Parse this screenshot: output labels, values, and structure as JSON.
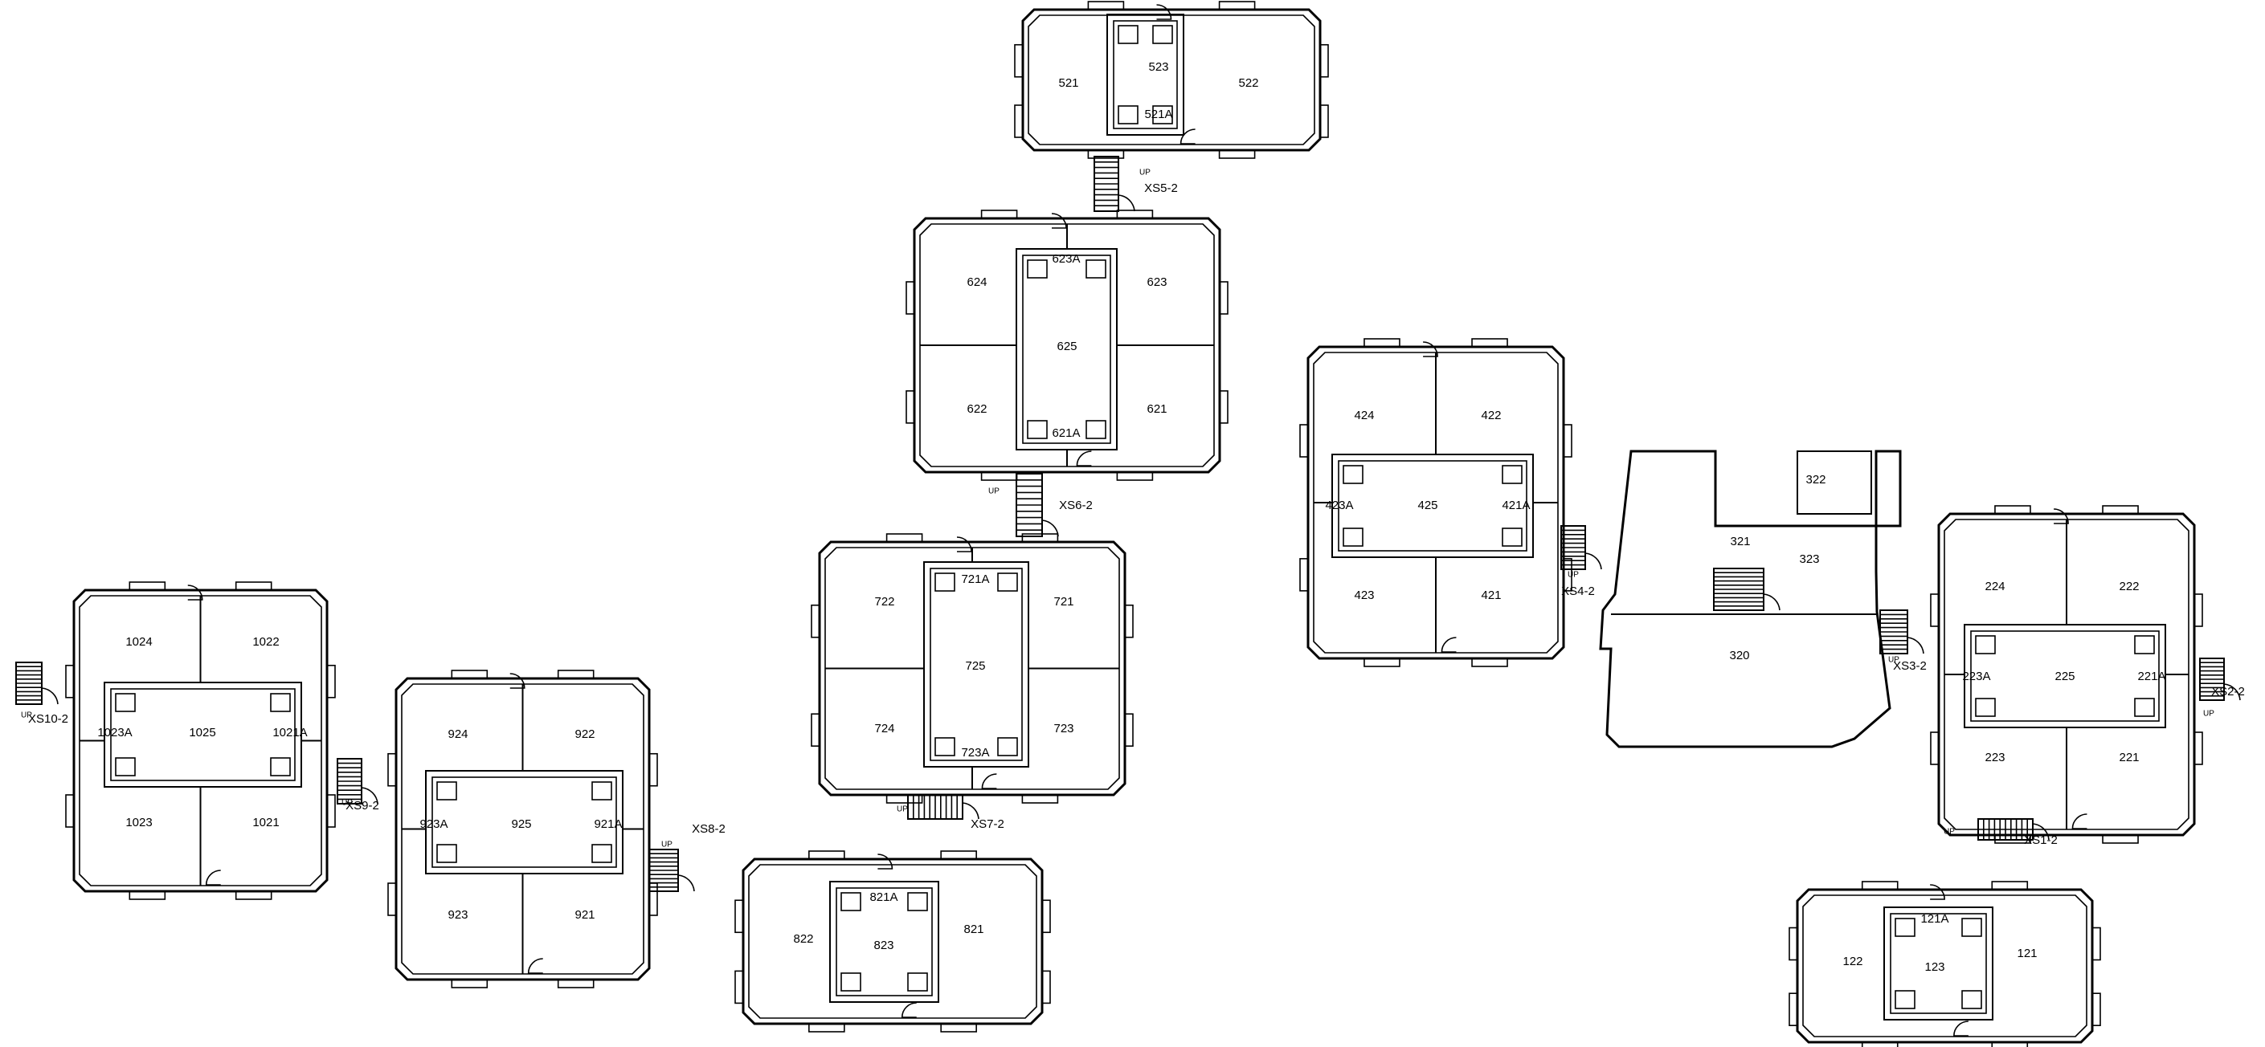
{
  "buildings": [
    {
      "id": "b5",
      "rooms": [
        {
          "id": "521",
          "label": "521"
        },
        {
          "id": "522",
          "label": "522"
        },
        {
          "id": "523",
          "label": "523"
        },
        {
          "id": "521A",
          "label": "521A"
        }
      ]
    },
    {
      "id": "b6",
      "rooms": [
        {
          "id": "624",
          "label": "624"
        },
        {
          "id": "623",
          "label": "623"
        },
        {
          "id": "622",
          "label": "622"
        },
        {
          "id": "621",
          "label": "621"
        },
        {
          "id": "625",
          "label": "625"
        },
        {
          "id": "623A",
          "label": "623A"
        },
        {
          "id": "621A",
          "label": "621A"
        }
      ]
    },
    {
      "id": "b7",
      "rooms": [
        {
          "id": "722",
          "label": "722"
        },
        {
          "id": "721",
          "label": "721"
        },
        {
          "id": "724",
          "label": "724"
        },
        {
          "id": "723",
          "label": "723"
        },
        {
          "id": "725",
          "label": "725"
        },
        {
          "id": "721A",
          "label": "721A"
        },
        {
          "id": "723A",
          "label": "723A"
        }
      ]
    },
    {
      "id": "b8",
      "rooms": [
        {
          "id": "822",
          "label": "822"
        },
        {
          "id": "821",
          "label": "821"
        },
        {
          "id": "821A",
          "label": "821A"
        },
        {
          "id": "823",
          "label": "823"
        }
      ]
    },
    {
      "id": "b10",
      "rooms": [
        {
          "id": "1024",
          "label": "1024"
        },
        {
          "id": "1022",
          "label": "1022"
        },
        {
          "id": "1023",
          "label": "1023"
        },
        {
          "id": "1021",
          "label": "1021"
        },
        {
          "id": "1025",
          "label": "1025"
        },
        {
          "id": "1023A",
          "label": "1023A"
        },
        {
          "id": "1021A",
          "label": "1021A"
        }
      ]
    },
    {
      "id": "b9",
      "rooms": [
        {
          "id": "924",
          "label": "924"
        },
        {
          "id": "922",
          "label": "922"
        },
        {
          "id": "923",
          "label": "923"
        },
        {
          "id": "921",
          "label": "921"
        },
        {
          "id": "925",
          "label": "925"
        },
        {
          "id": "923A",
          "label": "923A"
        },
        {
          "id": "921A",
          "label": "921A"
        }
      ]
    },
    {
      "id": "b4",
      "rooms": [
        {
          "id": "424",
          "label": "424"
        },
        {
          "id": "422",
          "label": "422"
        },
        {
          "id": "423",
          "label": "423"
        },
        {
          "id": "421",
          "label": "421"
        },
        {
          "id": "425",
          "label": "425"
        },
        {
          "id": "423A",
          "label": "423A"
        },
        {
          "id": "421A",
          "label": "421A"
        }
      ]
    },
    {
      "id": "b3",
      "rooms": [
        {
          "id": "321",
          "label": "321"
        },
        {
          "id": "322",
          "label": "322"
        },
        {
          "id": "323",
          "label": "323"
        },
        {
          "id": "320",
          "label": "320"
        }
      ]
    },
    {
      "id": "b2",
      "rooms": [
        {
          "id": "224",
          "label": "224"
        },
        {
          "id": "222",
          "label": "222"
        },
        {
          "id": "223",
          "label": "223"
        },
        {
          "id": "221",
          "label": "221"
        },
        {
          "id": "225",
          "label": "225"
        },
        {
          "id": "223A",
          "label": "223A"
        },
        {
          "id": "221A",
          "label": "221A"
        }
      ]
    },
    {
      "id": "b1",
      "rooms": [
        {
          "id": "122",
          "label": "122"
        },
        {
          "id": "121",
          "label": "121"
        },
        {
          "id": "121A",
          "label": "121A"
        },
        {
          "id": "123",
          "label": "123"
        }
      ]
    }
  ],
  "stairs": [
    {
      "id": "XS5-2",
      "label": "XS5-2"
    },
    {
      "id": "XS6-2",
      "label": "XS6-2"
    },
    {
      "id": "XS7-2",
      "label": "XS7-2"
    },
    {
      "id": "XS4-2",
      "label": "XS4-2"
    },
    {
      "id": "XS3-2",
      "label": "XS3-2"
    },
    {
      "id": "XS2-2",
      "label": "XS2-2"
    },
    {
      "id": "XS1-2",
      "label": "XS1-2"
    },
    {
      "id": "XS10-2",
      "label": "XS10-2"
    },
    {
      "id": "XS9-2",
      "label": "XS9-2"
    },
    {
      "id": "XS8-2",
      "label": "XS8-2"
    }
  ],
  "up_label": "UP"
}
